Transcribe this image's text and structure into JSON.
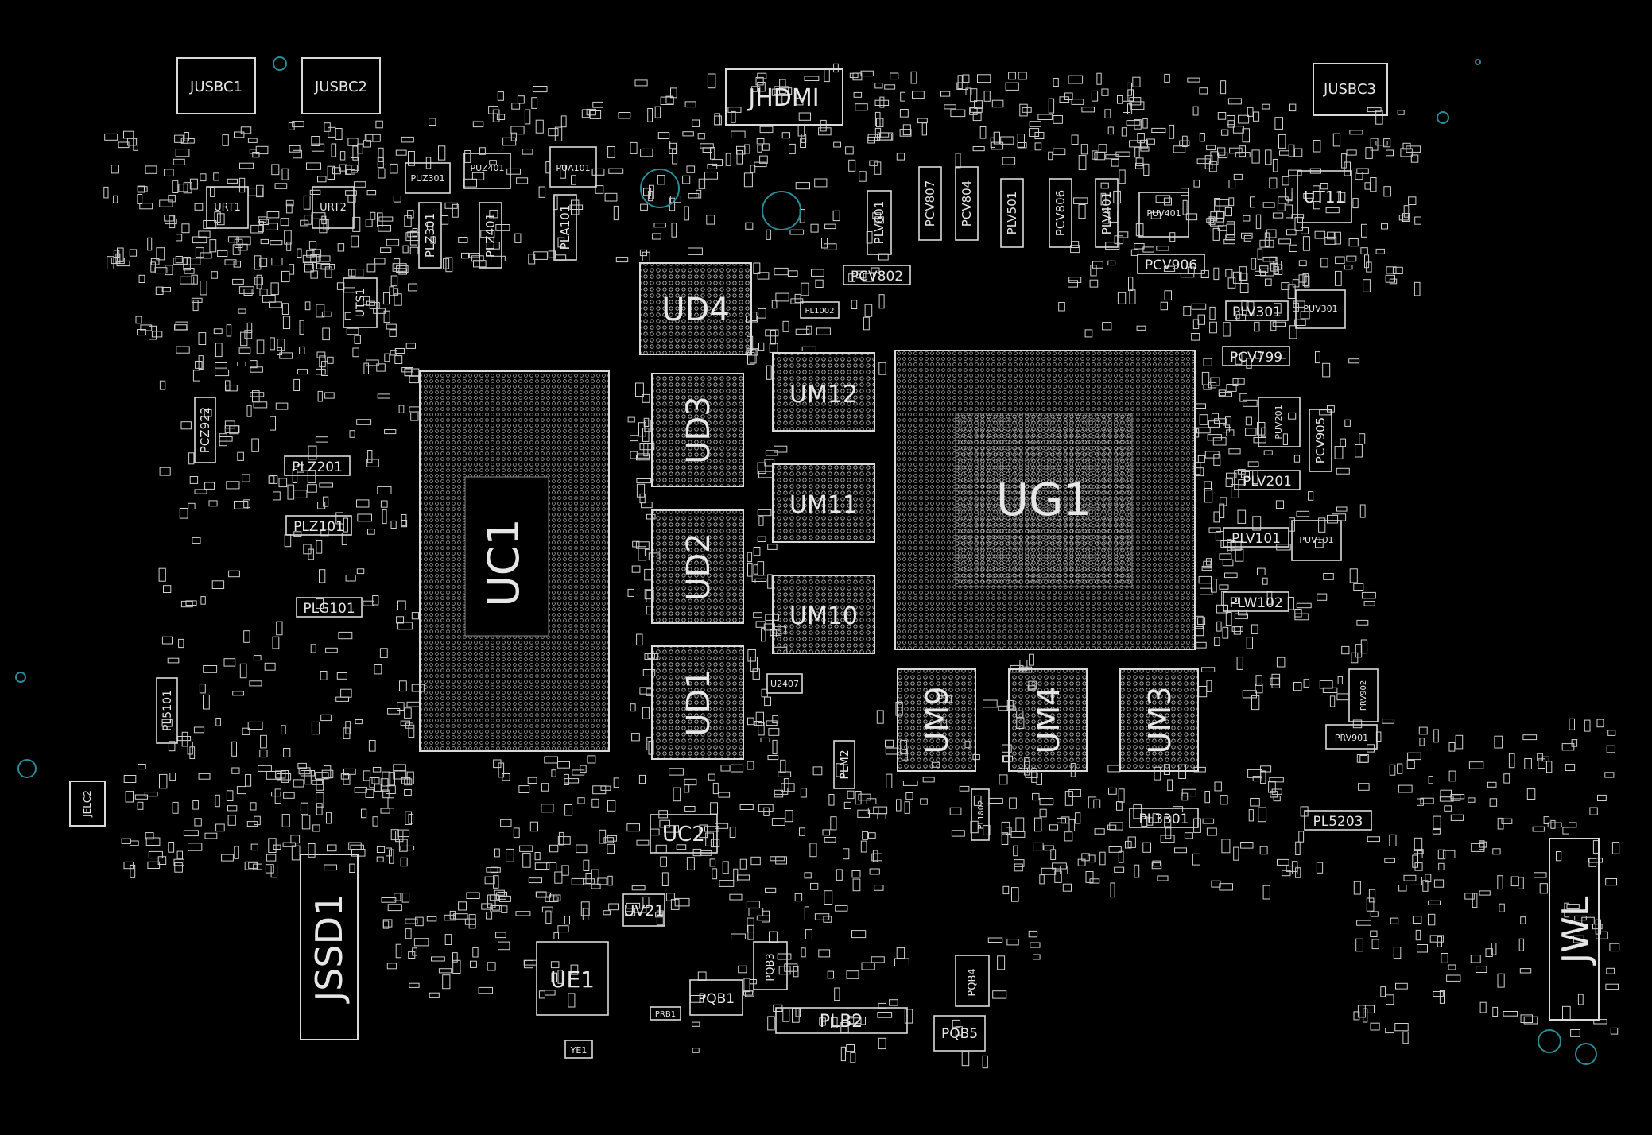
{
  "colors": {
    "background": "#000000",
    "outline": "#d9d9d9",
    "mount_hole": "#2a8a95"
  },
  "labels": {
    "UC1": "UC1",
    "UG1": "UG1",
    "UD1": "UD1",
    "UD2": "UD2",
    "UD3": "UD3",
    "UD4": "UD4",
    "UM3": "UM3",
    "UM4": "UM4",
    "UM9": "UM9",
    "UM10": "UM10",
    "UM11": "UM11",
    "UM12": "UM12",
    "JHDMI": "JHDMI",
    "JUSBC1": "JUSBC1",
    "JUSBC2": "JUSBC2",
    "JUSBC3": "JUSBC3",
    "JSSD1": "JSSD1",
    "JWL": "JWL",
    "UE1": "UE1",
    "UC2": "UC2",
    "UV21": "UV21",
    "UT11": "UT11",
    "PLB2": "PLB2",
    "PQB1": "PQB1",
    "PQB3": "PQB3",
    "PQB4": "PQB4",
    "PQB5": "PQB5",
    "PLZ201": "PLZ201",
    "PLZ101": "PLZ101",
    "PLG101": "PLG101",
    "PLZ301": "PLZ301",
    "PLZ401": "PLZ401",
    "PLA101": "PLA101",
    "PCZ922": "PCZ922",
    "PL5101": "PL5101",
    "PLV601": "PLV601",
    "PCV807": "PCV807",
    "PCV804": "PCV804",
    "PLV501": "PLV501",
    "PCV806": "PCV806",
    "PLV401": "PLV401",
    "PCV802": "PCV802",
    "PCV906": "PCV906",
    "PLV301": "PLV301",
    "PCV799": "PCV799",
    "PCV905": "PCV905",
    "PLV201": "PLV201",
    "PLV101": "PLV101",
    "PLW102": "PLW102",
    "PL3301": "PL3301",
    "PL5203": "PL5203",
    "PLM2": "PLM2",
    "JELC2": "JELC2",
    "UTS1": "UTS1",
    "URT1": "URT1",
    "URT2": "URT2",
    "PUZ301": "PUZ301",
    "PUZ401": "PUZ401",
    "PUA101": "PUA101",
    "PUV401": "PUV401",
    "PUV301": "PUV301",
    "PUV201": "PUV201",
    "PUV101": "PUV101",
    "PRV901": "PRV901",
    "PRV902": "PRV902",
    "U2407": "U2407",
    "PL1802": "PL1802",
    "PL1002": "PL1002",
    "PRB1": "PRB1",
    "YE1": "YE1"
  }
}
